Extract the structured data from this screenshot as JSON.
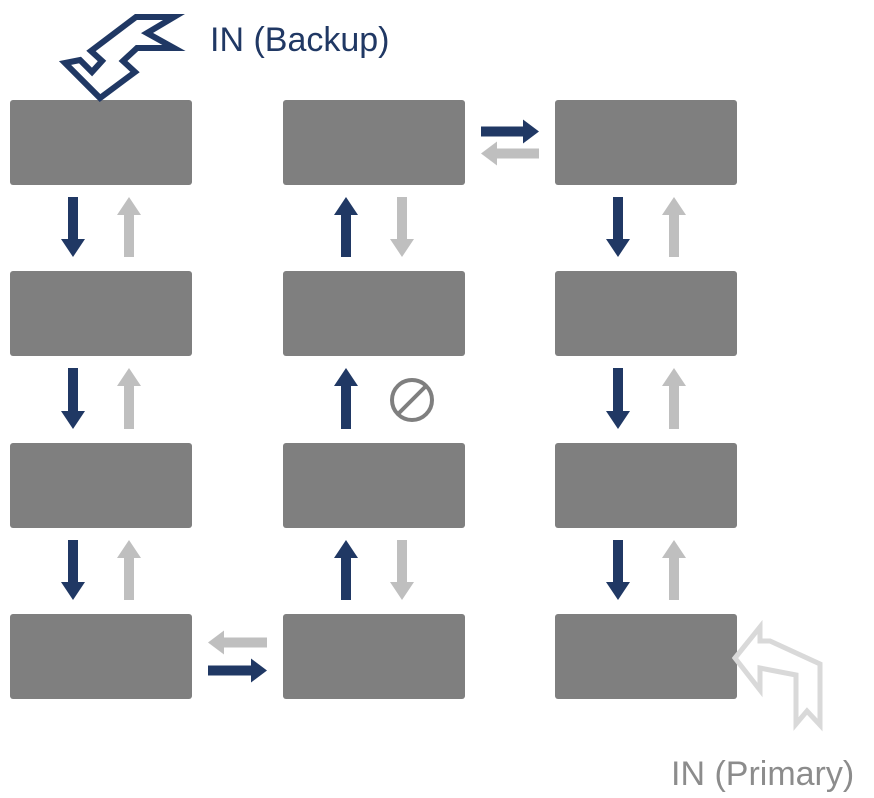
{
  "labels": {
    "backup": "IN (Backup)",
    "primary": "IN (Primary)"
  },
  "colors": {
    "box": "#7f7f7f",
    "active": "#203864",
    "inactive": "#bfbfbf",
    "label_backup": "#203864",
    "label_primary": "#8c8c8c",
    "blocked_symbol": "#7f7f7f"
  },
  "diagram": {
    "grid": {
      "columns": 3,
      "rows": 4
    },
    "icons": {
      "backup_entry": "backup-input-arrow-icon",
      "primary_entry": "primary-input-arrow-icon",
      "blocked": "prohibited-icon"
    },
    "links": [
      {
        "from": "c1r1",
        "to": "c1r2",
        "active_direction": "down"
      },
      {
        "from": "c1r2",
        "to": "c1r3",
        "active_direction": "down"
      },
      {
        "from": "c1r3",
        "to": "c1r4",
        "active_direction": "down"
      },
      {
        "from": "c1r4",
        "to": "c2r4",
        "active_direction": "right"
      },
      {
        "from": "c2r4",
        "to": "c2r3",
        "active_direction": "up"
      },
      {
        "from": "c2r3",
        "to": "c2r2",
        "active_direction": "up",
        "blocked_reverse": true
      },
      {
        "from": "c2r2",
        "to": "c2r1",
        "active_direction": "up"
      },
      {
        "from": "c2r1",
        "to": "c3r1",
        "active_direction": "right"
      },
      {
        "from": "c3r1",
        "to": "c3r2",
        "active_direction": "down"
      },
      {
        "from": "c3r2",
        "to": "c3r3",
        "active_direction": "down"
      },
      {
        "from": "c3r3",
        "to": "c3r4",
        "active_direction": "down"
      }
    ]
  }
}
